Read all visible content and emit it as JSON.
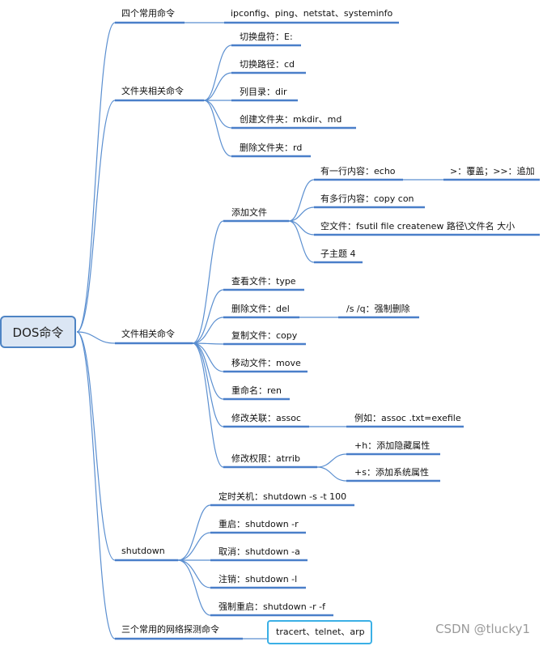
{
  "root": "DOS命令",
  "watermark": "CSDN @tlucky1",
  "branches": {
    "common": {
      "title": "四个常用命令",
      "item": "ipconfig、ping、netstat、systeminfo"
    },
    "folder": {
      "title": "文件夹相关命令",
      "items": [
        "切换盘符：E:",
        "切换路径：cd",
        "列目录：dir",
        "创建文件夹：mkdir、md",
        "删除文件夹：rd"
      ]
    },
    "file": {
      "title": "文件相关命令",
      "add": {
        "title": "添加文件",
        "items": [
          "有一行内容：echo",
          "有多行内容：copy con",
          "空文件：fsutil file createnew 路径\\文件名 大小",
          "子主题 4"
        ],
        "echo_note": ">：覆盖；>>：追加"
      },
      "type": "查看文件：type",
      "del": "删除文件：del",
      "del_note": "/s /q：强制删除",
      "copy": "复制文件：copy",
      "move": "移动文件：move",
      "ren": "重命名：ren",
      "assoc": "修改关联：assoc",
      "assoc_note": "例如：assoc .txt=exefile",
      "attrib": "修改权限：atrrib",
      "attrib_notes": [
        "+h：添加隐藏属性",
        "+s：添加系统属性"
      ]
    },
    "shutdown": {
      "title": "shutdown",
      "items": [
        "定时关机：shutdown -s -t 100",
        "重启：shutdown -r",
        "取消：shutdown -a",
        "注销：shutdown -l",
        "强制重启：shutdown -r -f"
      ]
    },
    "network": {
      "title": "三个常用的网络探测命令",
      "item": "tracert、telnet、arp"
    }
  }
}
